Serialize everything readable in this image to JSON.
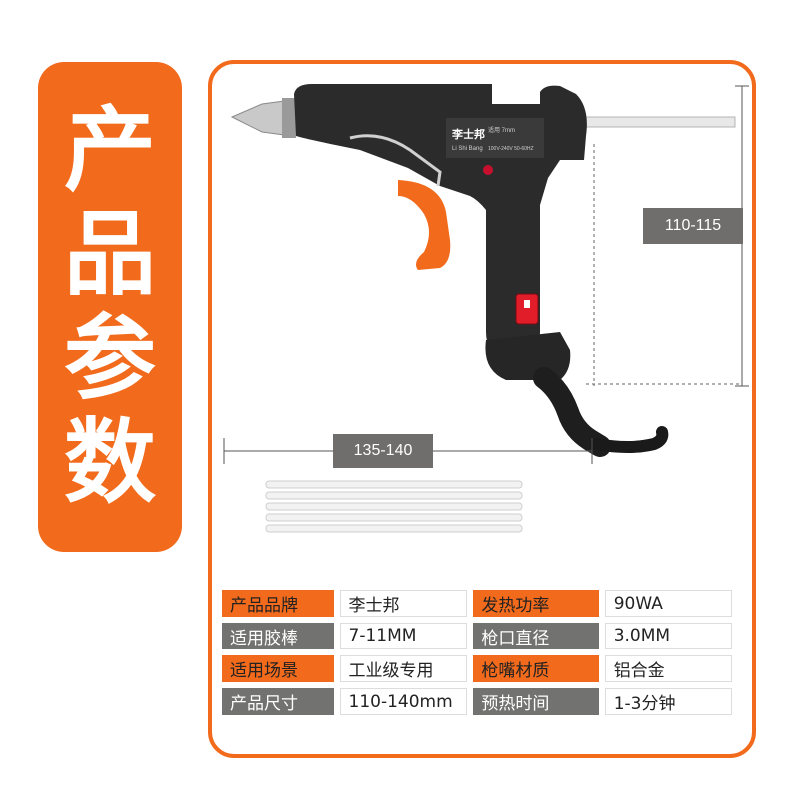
{
  "banner": {
    "chars": [
      "产",
      "品",
      "参",
      "数"
    ]
  },
  "product": {
    "brand_cn": "李士邦",
    "brand_pinyin": "Li Shi Bang",
    "label_line1": "适用 7mm",
    "label_line2": "100V-240V 50-60HZ"
  },
  "dimensions": {
    "height": "110-115",
    "width": "135-140"
  },
  "specs": [
    {
      "style": "orange",
      "label1": "产品品牌",
      "value1": "李士邦",
      "label2": "发热功率",
      "value2": "90WA"
    },
    {
      "style": "gray",
      "label1": "适用胶棒",
      "value1": "7-11MM",
      "label2": "枪口直径",
      "value2": "3.0MM"
    },
    {
      "style": "orange",
      "label1": "适用场景",
      "value1": "工业级专用",
      "label2": "枪嘴材质",
      "value2": "铝合金"
    },
    {
      "style": "gray",
      "label1": "产品尺寸",
      "value1": "110-140mm",
      "label2": "预热时间",
      "value2": "1-3分钟"
    }
  ],
  "colors": {
    "accent": "#f26a1b",
    "gray": "#727271",
    "body": "#2b2b2b"
  }
}
